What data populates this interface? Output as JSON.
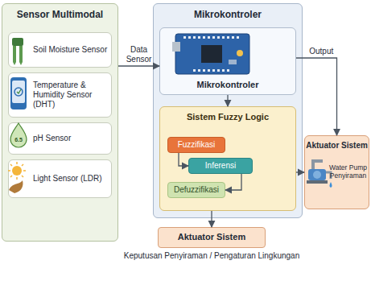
{
  "diagram": {
    "nodes": [
      {
        "text": [
          "Sensor Multimodal"
        ]
      },
      {
        "text": [
          "Soil Moisture Sensor"
        ],
        "in": 0
      },
      {
        "text": [
          "Temperature & Humidity Sensor (DHT)"
        ],
        "in": 0
      },
      {
        "text": [
          "pH Sensor"
        ],
        "in": 0
      },
      {
        "text": [
          "Light Sensor (LDR)"
        ],
        "in": 0
      },
      {
        "text": [
          "Mikrokontroler"
        ]
      },
      {
        "text": [
          "Mikrokontroler"
        ],
        "in": 5
      },
      {
        "text": [
          "Sistem Fuzzy Logic"
        ],
        "in": 5
      },
      {
        "text": [
          "Fuzzifikasi"
        ],
        "in": 7
      },
      {
        "text": [
          "Inferensi"
        ],
        "in": 7
      },
      {
        "text": [
          "Defuzzifikasi"
        ],
        "in": 7
      },
      {
        "text": [
          "Aktuator Sistem",
          "Water Pump Penyiraman"
        ]
      },
      {
        "text": [
          "Aktuator Sistem"
        ]
      }
    ],
    "edges": [
      {
        "from": 0,
        "to": 6,
        "label": "Data Sensor",
        "arrow": "to"
      },
      {
        "from": 6,
        "to": 11,
        "label": "Output",
        "arrow": "to"
      },
      {
        "from": 6,
        "to": 7,
        "arrow": "to"
      },
      {
        "from": 7,
        "to": 11,
        "arrow": "to"
      },
      {
        "from": 8,
        "to": 9,
        "arrow": "to"
      },
      {
        "from": 9,
        "to": 10,
        "arrow": "to"
      },
      {
        "from": 7,
        "to": 12,
        "arrow": "to"
      }
    ],
    "labels": [
      "Keputusan Penyiraman / Pengaturan Lingkungan",
      "6.5"
    ]
  }
}
